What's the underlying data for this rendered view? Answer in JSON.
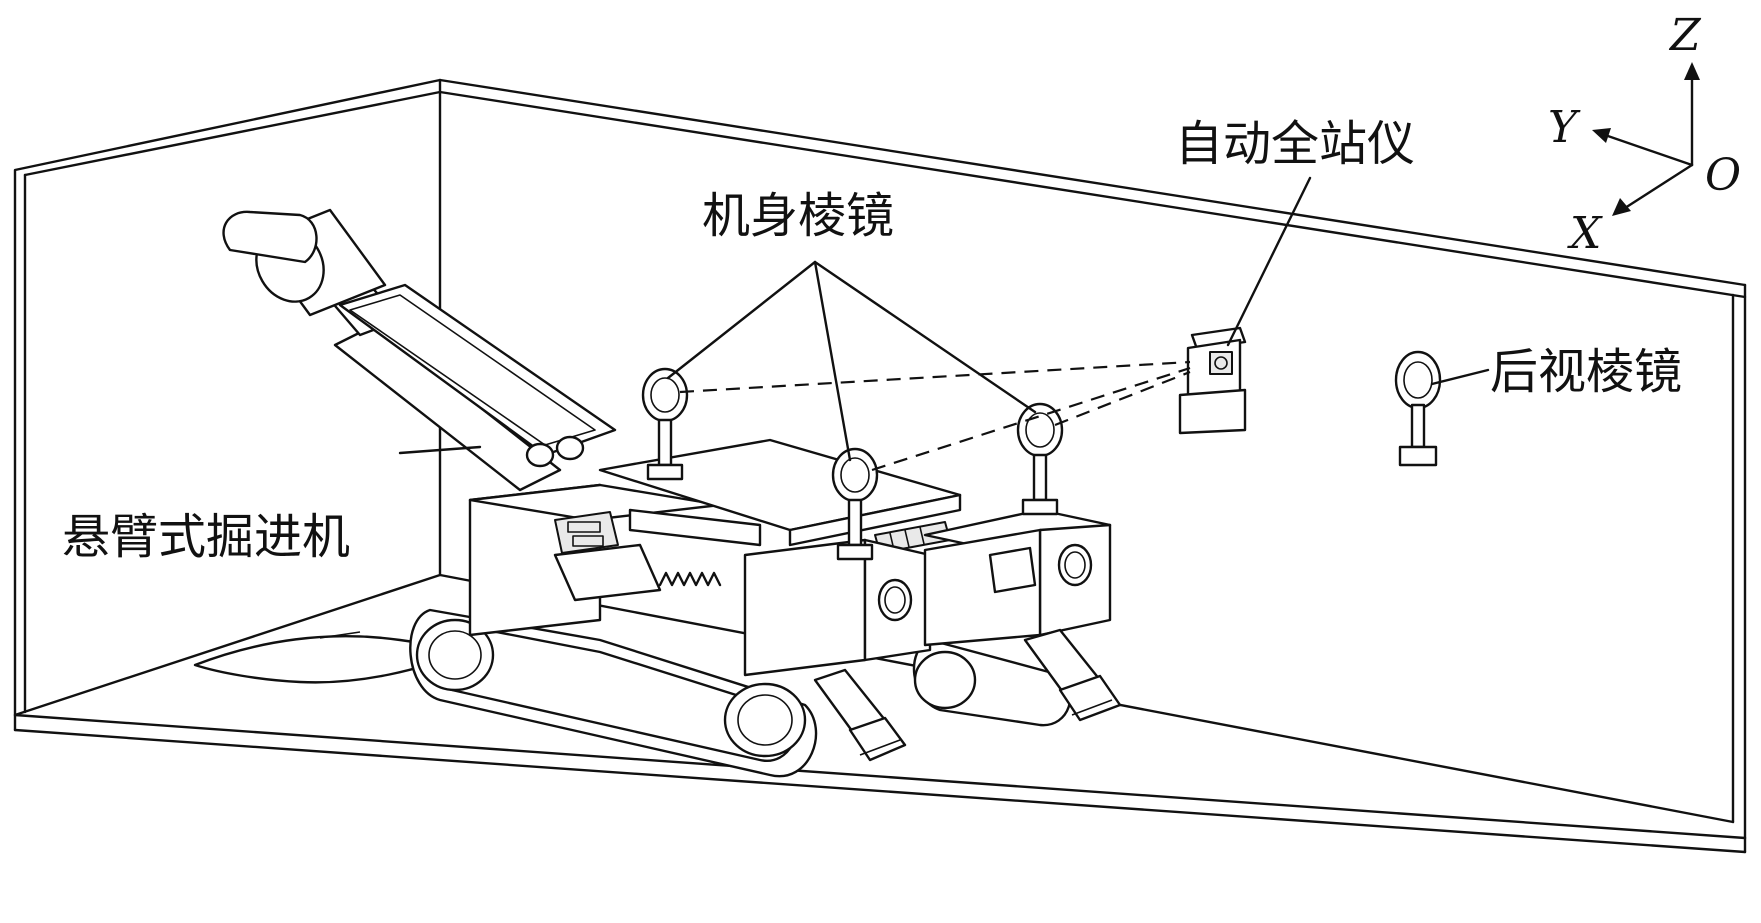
{
  "labels": {
    "body_prism": "机身棱镜",
    "total_station": "自动全站仪",
    "backsight_prism": "后视棱镜",
    "roadheader": "悬臂式掘进机"
  },
  "axes": {
    "z": "Z",
    "y": "Y",
    "x": "X",
    "origin": "O"
  },
  "colors": {
    "line": "#111111",
    "background": "#ffffff"
  }
}
